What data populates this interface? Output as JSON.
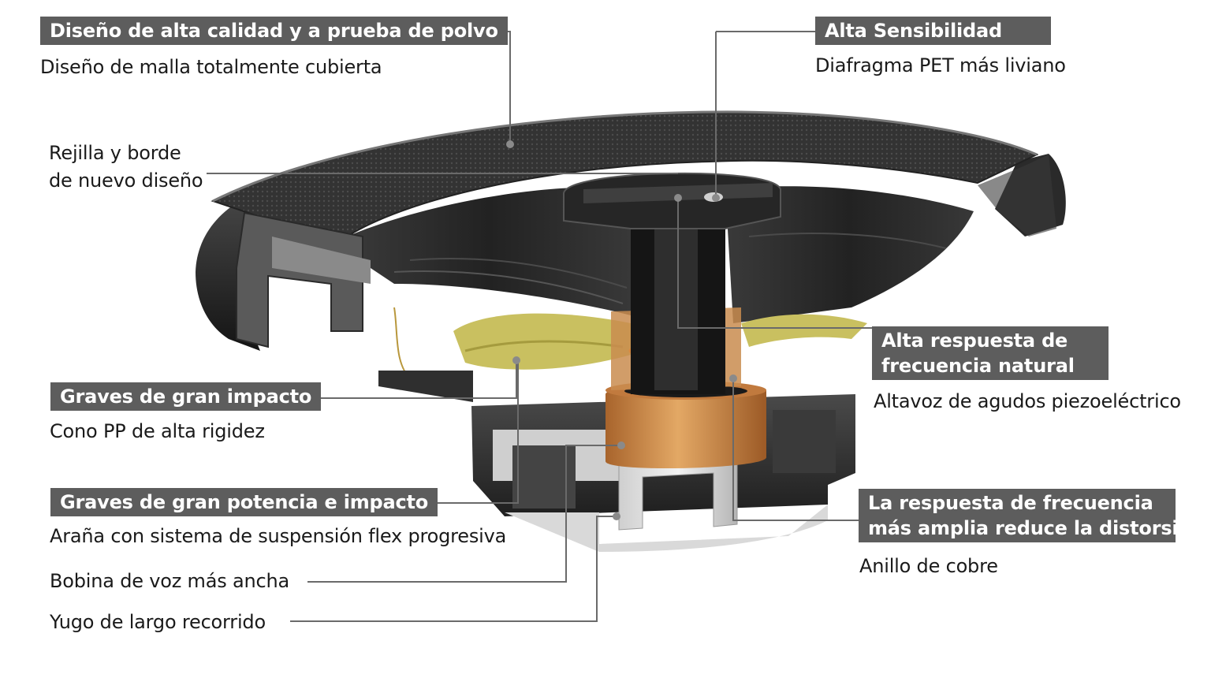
{
  "callouts": {
    "dust": {
      "tag": "Diseño de alta calidad y a prueba de polvo",
      "desc": "Diseño de malla totalmente cubierta"
    },
    "sensitivity": {
      "tag": "Alta Sensibilidad",
      "desc": "Diafragma PET más liviano"
    },
    "grille": {
      "desc_line1": "Rejilla y borde",
      "desc_line2": "de nuevo diseño"
    },
    "frequency": {
      "tag_line1": "Alta respuesta de",
      "tag_line2": "frecuencia natural",
      "desc": "Altavoz de agudos piezoeléctrico"
    },
    "bass": {
      "tag": "Graves de gran impacto",
      "desc": "Cono PP de alta rigidez"
    },
    "power": {
      "tag": "Graves de gran potencia e impacto",
      "desc": "Araña con sistema de suspensión flex progresiva"
    },
    "voicecoil": {
      "desc": "Bobina de voz más ancha"
    },
    "yoke": {
      "desc": "Yugo de largo recorrido"
    },
    "distortion": {
      "tag_line1": "La respuesta de frecuencia",
      "tag_line2": "más amplia reduce la distorsión",
      "desc": "Anillo de cobre"
    }
  },
  "colors": {
    "tag_bg": "#5d5d5d",
    "leader": "#6a6a6a",
    "copper": "#c8874a",
    "felt": "#c9c060",
    "cone": "#2a2a2a"
  }
}
